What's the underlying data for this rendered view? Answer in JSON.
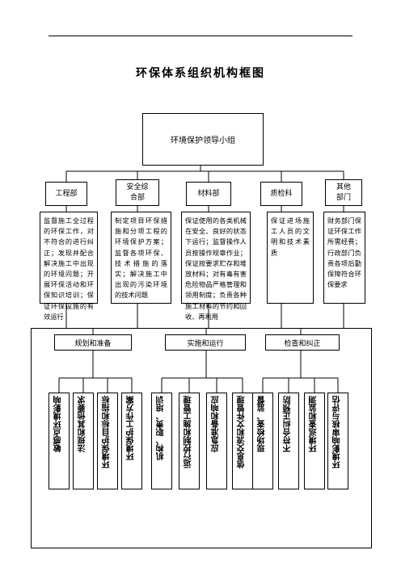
{
  "title": "环保体系组织机构框图",
  "leader": "环境保护领导小组",
  "departments": [
    {
      "name": "工程部",
      "desc": "监督施工全过程的环保工作，对不符合的进行纠正；发现并配合解决施工中出现的环境问题；开展环保活动和环保知识培训；保证环保设施的有效运行"
    },
    {
      "name": "安全综合部",
      "desc": "制定项目环保措施和分项工程的环境保护方案；监督各项环保、技术措施的落实；解决施工中出现的污染环境的技术问题"
    },
    {
      "name": "材料部",
      "desc": "保证使用的各类机械在安全、良好的状态下运行；监督操作人员按操作规章作业；保证按要求贮存和堆放材料；对有毒有害危险物品严格管理和领用制度；负责各种施工材料的节约和回收、再利用"
    },
    {
      "name": "质检科",
      "desc": "保证进场施工人员的文明和技术素质"
    },
    {
      "name": "其他部门",
      "desc": "财务部门保证环保工作所需经费；行政部门负责各项后勤保障符合环保要求"
    }
  ],
  "phases": [
    "规划和准备",
    "实施和运行",
    "检查和纠正"
  ],
  "items": [
    "敏感点环境影响",
    "法规和其他要求",
    "环境保护目标和指标",
    "环境保护工作方案",
    "机构、职责、培训",
    "运行控制和施工管理",
    "应急准备和响应",
    "信息交流和文件管理",
    "现场检查、监督",
    "不符合纠正预防",
    "环境巡查和监测",
    "环境影响审核与评估"
  ]
}
